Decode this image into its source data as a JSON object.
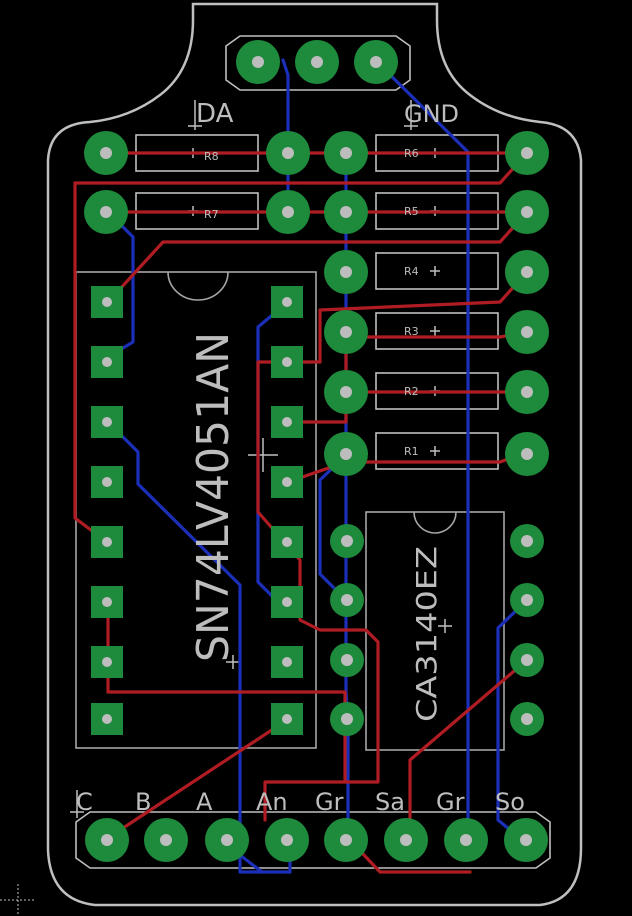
{
  "chip_u1": "SN74LV4051AN",
  "chip_u2": "CA3140EZ",
  "label_da": "DA",
  "label_gnd": "GND",
  "resistors": [
    "R8",
    "R6",
    "R7",
    "R5",
    "R4",
    "R3",
    "R2",
    "R1"
  ],
  "connector_labels": [
    "C",
    "B",
    "A",
    "An",
    "Gr",
    "Sa",
    "Gr",
    "So"
  ],
  "colors": {
    "background": "#000000",
    "pad": "#1e8a3c",
    "silkscreen": "#bfbfbf",
    "top_trace": "#b01c23",
    "bottom_trace": "#1b2fb8"
  }
}
